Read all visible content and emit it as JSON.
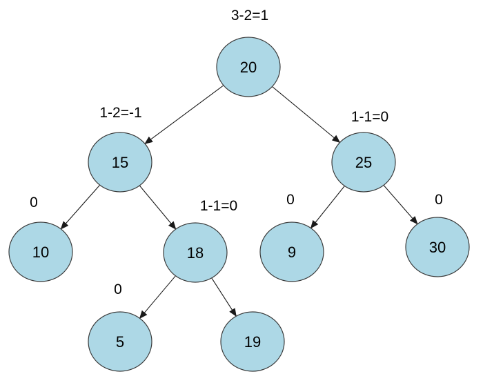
{
  "tree": {
    "node_fill": "#add8e6",
    "node_stroke": "#3a3a3a",
    "nodes": [
      {
        "id": "n20",
        "value": "20",
        "balance": "3-2=1"
      },
      {
        "id": "n15",
        "value": "15",
        "balance": "1-2=-1"
      },
      {
        "id": "n25",
        "value": "25",
        "balance": "1-1=0"
      },
      {
        "id": "n10",
        "value": "10",
        "balance": "0"
      },
      {
        "id": "n18",
        "value": "18",
        "balance": "1-1=0"
      },
      {
        "id": "n9",
        "value": "9",
        "balance": "0"
      },
      {
        "id": "n30",
        "value": "30",
        "balance": "0"
      },
      {
        "id": "n5",
        "value": "5",
        "balance": "0"
      },
      {
        "id": "n19",
        "value": "19",
        "balance": ""
      }
    ],
    "edges": [
      {
        "from": "n20",
        "to": "n15"
      },
      {
        "from": "n20",
        "to": "n25"
      },
      {
        "from": "n15",
        "to": "n10"
      },
      {
        "from": "n15",
        "to": "n18"
      },
      {
        "from": "n25",
        "to": "n9"
      },
      {
        "from": "n25",
        "to": "n30"
      },
      {
        "from": "n18",
        "to": "n5"
      },
      {
        "from": "n18",
        "to": "n19"
      }
    ]
  }
}
